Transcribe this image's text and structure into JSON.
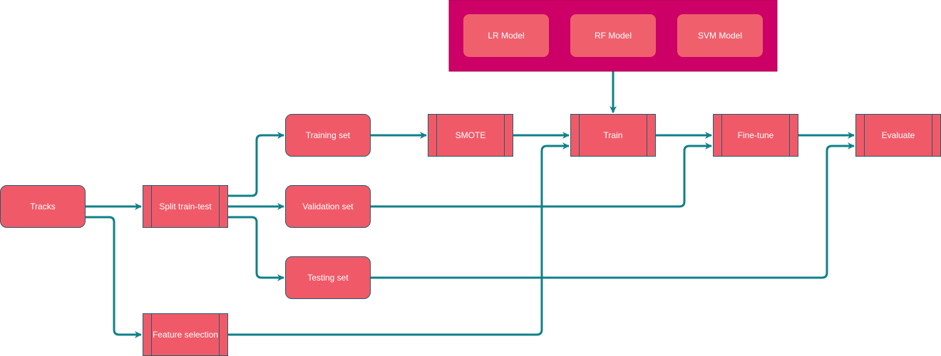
{
  "colors": {
    "node_fill": "#F05A68",
    "node_stroke": "#1F5E70",
    "model_group_fill": "#CC0066",
    "model_fill": "#F0606C",
    "edge": "#10808A",
    "text": "#FFFFFF"
  },
  "model_group": {
    "models": [
      {
        "id": "lr",
        "label": "LR Model"
      },
      {
        "id": "rf",
        "label": "RF Model"
      },
      {
        "id": "svm",
        "label": "SVM Model"
      }
    ]
  },
  "nodes": [
    {
      "id": "tracks",
      "label": "Tracks",
      "kind": "rounded"
    },
    {
      "id": "split",
      "label": "Split train-test",
      "kind": "process"
    },
    {
      "id": "training",
      "label": "Training set",
      "kind": "rounded"
    },
    {
      "id": "validation",
      "label": "Validation set",
      "kind": "rounded"
    },
    {
      "id": "testing",
      "label": "Testing set",
      "kind": "rounded"
    },
    {
      "id": "feature",
      "label": "Feature selection",
      "kind": "process"
    },
    {
      "id": "smote",
      "label": "SMOTE",
      "kind": "process"
    },
    {
      "id": "train",
      "label": "Train",
      "kind": "process"
    },
    {
      "id": "finetune",
      "label": "Fine-tune",
      "kind": "process"
    },
    {
      "id": "evaluate",
      "label": "Evaluate",
      "kind": "process"
    }
  ],
  "edges": [
    {
      "from": "tracks",
      "to": "split"
    },
    {
      "from": "tracks",
      "to": "feature"
    },
    {
      "from": "split",
      "to": "training"
    },
    {
      "from": "split",
      "to": "validation"
    },
    {
      "from": "split",
      "to": "testing"
    },
    {
      "from": "training",
      "to": "smote"
    },
    {
      "from": "smote",
      "to": "train"
    },
    {
      "from": "feature",
      "to": "train"
    },
    {
      "from": "model_group",
      "to": "train"
    },
    {
      "from": "train",
      "to": "finetune"
    },
    {
      "from": "validation",
      "to": "finetune"
    },
    {
      "from": "finetune",
      "to": "evaluate"
    },
    {
      "from": "testing",
      "to": "evaluate"
    }
  ]
}
